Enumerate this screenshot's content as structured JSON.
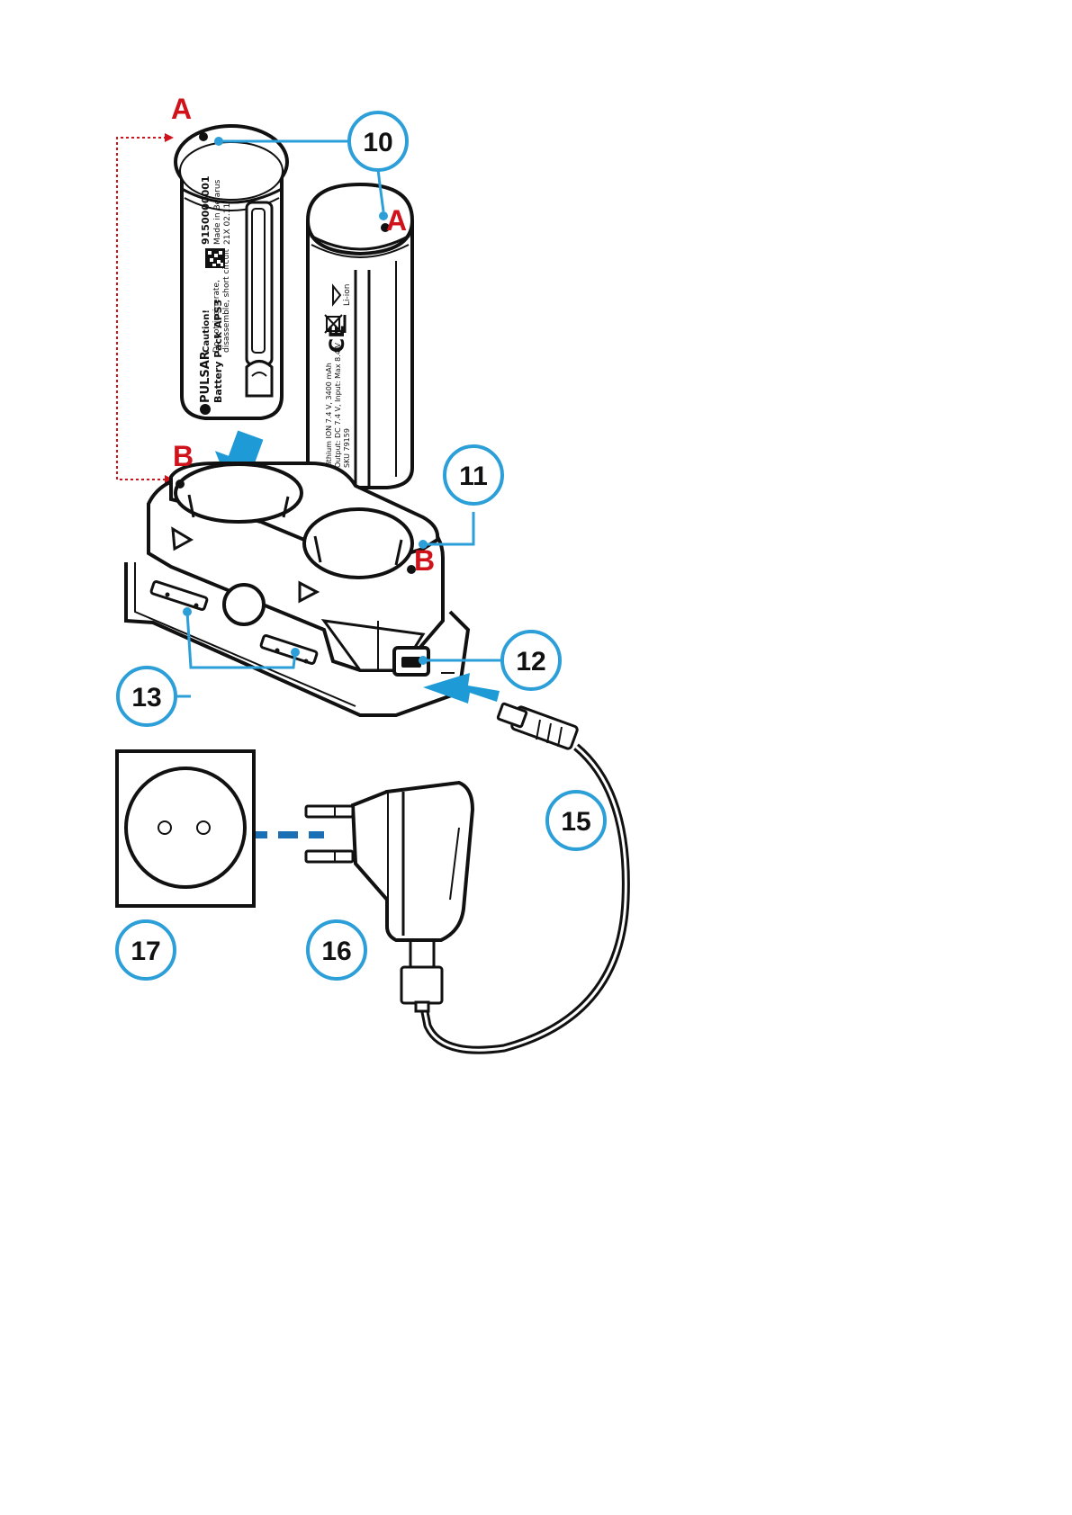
{
  "colors": {
    "callout_blue": "#2c9fd9",
    "arrow_blue": "#1e9ad6",
    "dashed_arrow_blue": "#1a6fb5",
    "marker_red": "#d0121b",
    "line": "#111111"
  },
  "markers": {
    "a": "A",
    "b": "B"
  },
  "callouts": {
    "battery": "10",
    "charger": "11",
    "usb_port": "12",
    "contacts": "13",
    "cable": "15",
    "adapter": "16",
    "socket": "17"
  },
  "battery_left": {
    "serial": "9150000001",
    "made_in": "Made in Belarus",
    "date_code": "21X 02.11",
    "brand": "PULSAR",
    "model": "Battery Pack APS3",
    "caution_title": "Caution!",
    "caution_line1": "Do not incinerate,",
    "caution_line2": "disassemble, short circuit"
  },
  "battery_right": {
    "li_ion": "Li-ion",
    "spec_line1": "Lithium ION 7.4 V, 3400 mAh",
    "spec_line2": "Output: DC 7.4 V, Input: Max 8.4 V",
    "spec_line3": "SKU 79159",
    "ce_mark": "CE"
  }
}
